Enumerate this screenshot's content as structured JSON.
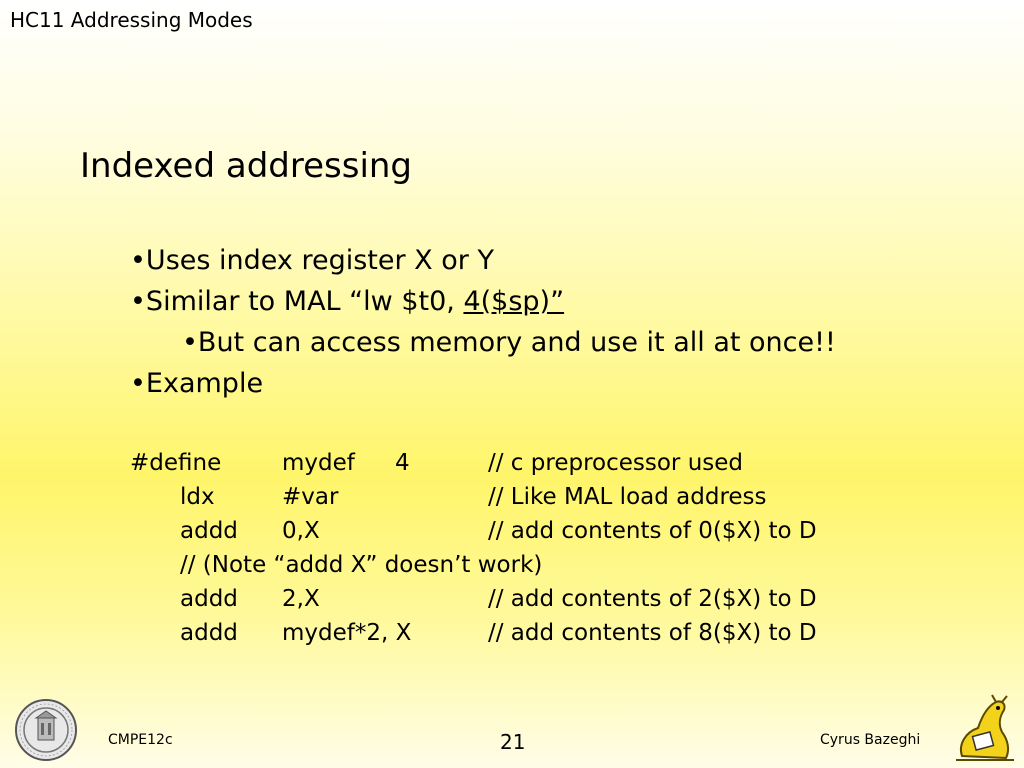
{
  "header": {
    "title": "HC11 Addressing Modes"
  },
  "slide": {
    "heading": "Indexed addressing",
    "bullets": {
      "b1": "•Uses index register X or Y",
      "b2_prefix": "•Similar to MAL “lw $t0, ",
      "b2_underlined": "4($sp)”",
      "b3": "•But can access memory and use it all at once!!",
      "b4": "•Example"
    },
    "code": [
      {
        "c1": "#define",
        "c2": "mydef",
        "c3": "4",
        "c4": "// c preprocessor used"
      },
      {
        "c1": "ldx",
        "c2": "#var",
        "c3": "",
        "c4": "// Like MAL load address"
      },
      {
        "c1": "addd",
        "c2": "0,X",
        "c3": "",
        "c4": "// add contents of 0($X) to D"
      },
      {
        "note": "// (Note “addd  X” doesn’t work)"
      },
      {
        "c1": "addd",
        "c2": "2,X",
        "c3": "",
        "c4": "// add contents of 2($X) to D"
      },
      {
        "c1": "addd",
        "c2": "mydef*2, X",
        "c3": "",
        "c4": "// add contents of 8($X) to D"
      }
    ]
  },
  "footer": {
    "course": "CMPE12c",
    "page": "21",
    "author": "Cyrus Bazeghi"
  },
  "icons": {
    "seal": "university-seal-icon",
    "mascot": "banana-slug-mascot-icon"
  }
}
